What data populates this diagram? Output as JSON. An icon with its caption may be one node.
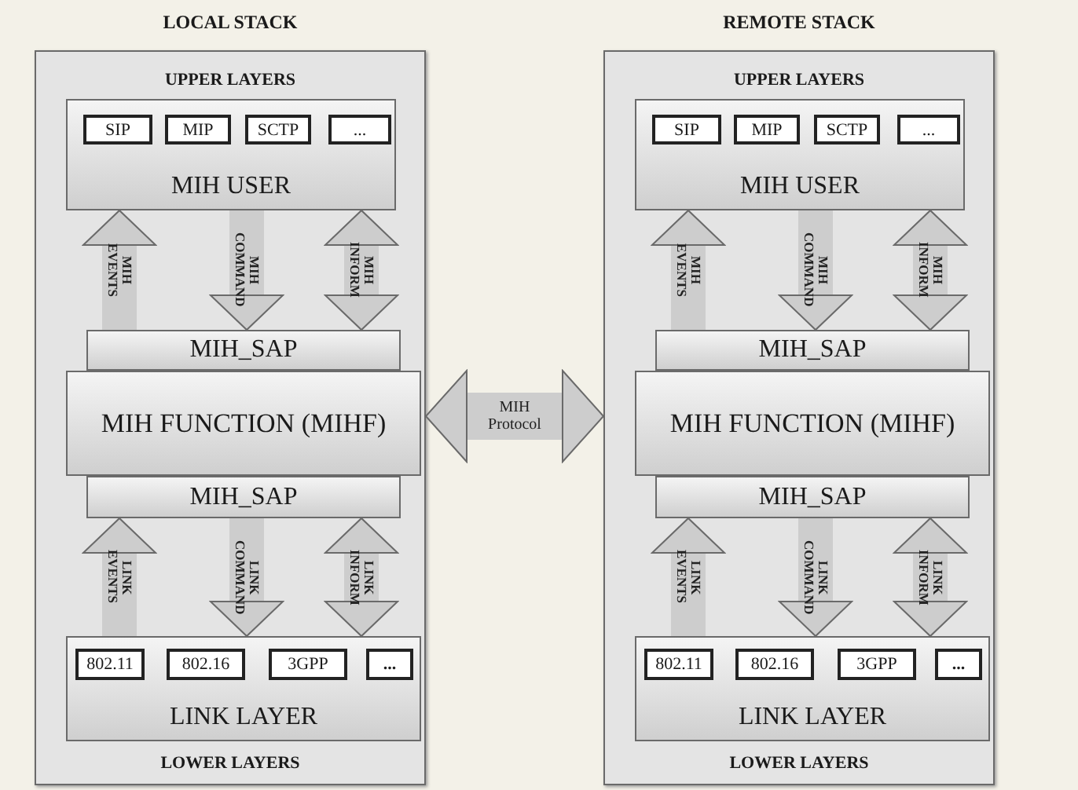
{
  "diagram": {
    "nodes": [
      {
        "text": [
          "LOCAL STACK",
          "UPPER LAYERS",
          "LOWER LAYERS"
        ]
      },
      {
        "text": [
          "MIH USER"
        ],
        "in": 0
      },
      {
        "text": [
          "SIP"
        ],
        "in": 1
      },
      {
        "text": [
          "MIP"
        ],
        "in": 1
      },
      {
        "text": [
          "SCTP"
        ],
        "in": 1
      },
      {
        "text": [
          "..."
        ],
        "in": 1
      },
      {
        "text": [
          "MIH_SAP"
        ],
        "in": 0
      },
      {
        "text": [
          "MIH FUNCTION (MIHF)"
        ],
        "in": 0
      },
      {
        "text": [
          "MIH_SAP"
        ],
        "in": 0
      },
      {
        "text": [
          "LINK LAYER"
        ],
        "in": 0
      },
      {
        "text": [
          "802.11"
        ],
        "in": 9
      },
      {
        "text": [
          "802.16"
        ],
        "in": 9
      },
      {
        "text": [
          "3GPP"
        ],
        "in": 9
      },
      {
        "text": [
          "..."
        ],
        "in": 9
      },
      {
        "text": [
          "REMOTE STACK",
          "UPPER LAYERS",
          "LOWER LAYERS"
        ]
      },
      {
        "text": [
          "MIH USER"
        ],
        "in": 14
      },
      {
        "text": [
          "SIP"
        ],
        "in": 15
      },
      {
        "text": [
          "MIP"
        ],
        "in": 15
      },
      {
        "text": [
          "SCTP"
        ],
        "in": 15
      },
      {
        "text": [
          "..."
        ],
        "in": 15
      },
      {
        "text": [
          "MIH_SAP"
        ],
        "in": 14
      },
      {
        "text": [
          "MIH FUNCTION (MIHF)"
        ],
        "in": 14
      },
      {
        "text": [
          "MIH_SAP"
        ],
        "in": 14
      },
      {
        "text": [
          "LINK LAYER"
        ],
        "in": 14
      },
      {
        "text": [
          "802.11"
        ],
        "in": 23
      },
      {
        "text": [
          "802.16"
        ],
        "in": 23
      },
      {
        "text": [
          "3GPP"
        ],
        "in": 23
      },
      {
        "text": [
          "..."
        ],
        "in": 23
      }
    ],
    "edges": [
      {
        "from": 6,
        "to": 1,
        "arrow": "to",
        "label": "MIH EVENTS"
      },
      {
        "from": 1,
        "to": 6,
        "arrow": "to",
        "label": "MIH COMMAND"
      },
      {
        "from": 1,
        "to": 6,
        "arrow": "both",
        "label": "MIH INFORM"
      },
      {
        "from": 9,
        "to": 8,
        "arrow": "to",
        "label": "LINK EVENTS"
      },
      {
        "from": 8,
        "to": 9,
        "arrow": "to",
        "label": "LINK COMMAND"
      },
      {
        "from": 8,
        "to": 9,
        "arrow": "both",
        "label": "LINK INFORM"
      },
      {
        "from": 20,
        "to": 15,
        "arrow": "to",
        "label": "MIH EVENTS"
      },
      {
        "from": 15,
        "to": 20,
        "arrow": "to",
        "label": "MIH COMMAND"
      },
      {
        "from": 15,
        "to": 20,
        "arrow": "both",
        "label": "MIH INFORM"
      },
      {
        "from": 23,
        "to": 22,
        "arrow": "to",
        "label": "LINK EVENTS"
      },
      {
        "from": 22,
        "to": 23,
        "arrow": "to",
        "label": "LINK COMMAND"
      },
      {
        "from": 22,
        "to": 23,
        "arrow": "both",
        "label": "LINK INFORM"
      },
      {
        "from": 0,
        "to": 14,
        "arrow": "both",
        "label": "MIH Protocol"
      }
    ]
  }
}
